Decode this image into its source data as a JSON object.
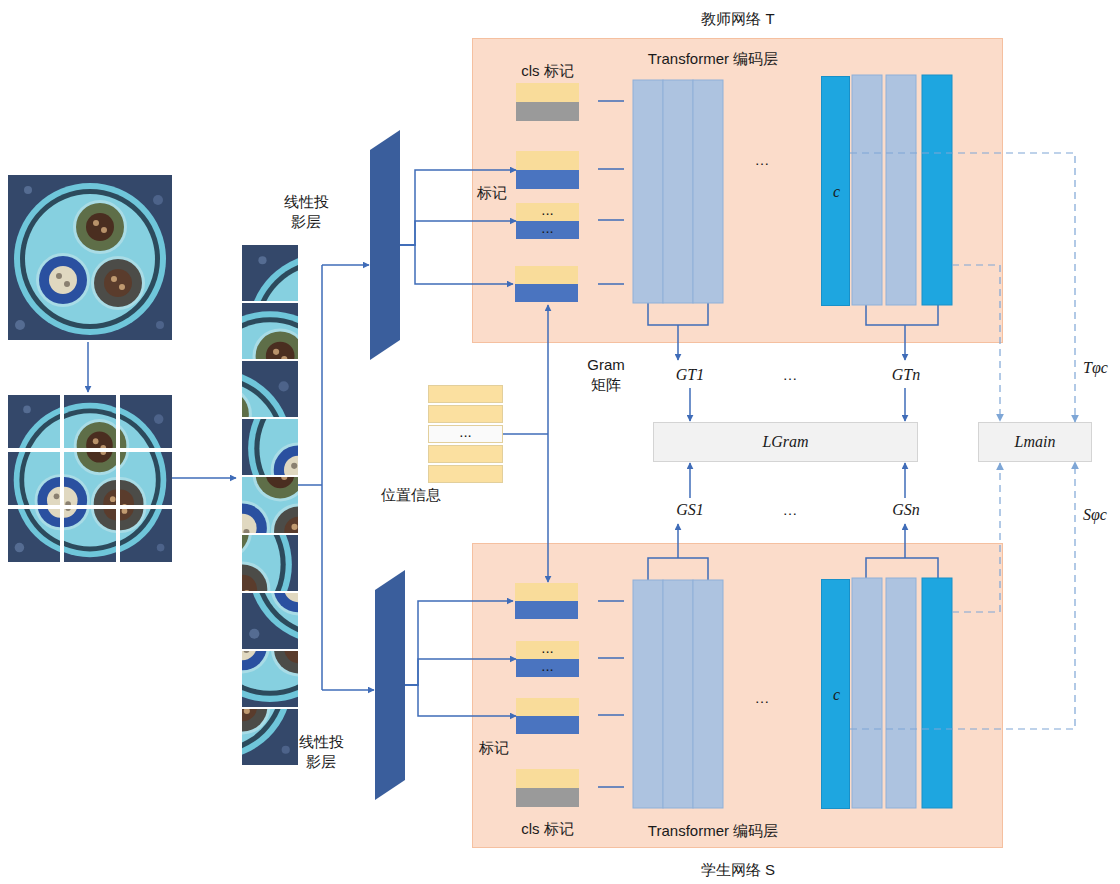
{
  "diagram": {
    "nodes": [
      {
        "text": [
          "教师网络 T",
          "Transformer 编码层"
        ]
      },
      {
        "text": [
          "cls 标记"
        ],
        "in": 0
      },
      {
        "text": [
          "标记"
        ],
        "in": 0
      },
      {
        "text": [
          "...",
          "..."
        ],
        "in": 0
      },
      {
        "text": [
          "c"
        ],
        "in": 0
      },
      {
        "text": [
          "学生网络 S",
          "Transformer 编码层"
        ]
      },
      {
        "text": [
          "...",
          "..."
        ],
        "in": 5
      },
      {
        "text": [
          "标记"
        ],
        "in": 5
      },
      {
        "text": [
          "cls 标记"
        ],
        "in": 5
      },
      {
        "text": [
          "c"
        ],
        "in": 5
      },
      {
        "text": [
          "线性投 影层"
        ]
      },
      {
        "text": [
          "线性投 影层"
        ]
      },
      {
        "text": [
          "...",
          "位置信息"
        ]
      },
      {
        "text": [
          "LGram"
        ]
      },
      {
        "text": [
          "Lmain"
        ]
      }
    ],
    "edges": [
      {
        "from": 10,
        "to": 2,
        "arrow": "to"
      },
      {
        "from": 10,
        "to": 3,
        "arrow": "to"
      },
      {
        "from": 11,
        "to": 6,
        "arrow": "to"
      },
      {
        "from": 11,
        "to": 7,
        "arrow": "to"
      },
      {
        "from": 4,
        "to": 14,
        "arrow": "to",
        "label": "Tφc"
      },
      {
        "from": 9,
        "to": 14,
        "arrow": "to",
        "label": "Sφc"
      }
    ],
    "labels": [
      "Gram 矩阵",
      "GT1",
      "…",
      "GTn",
      "GS1",
      "…",
      "GSn",
      "…",
      "…"
    ]
  }
}
